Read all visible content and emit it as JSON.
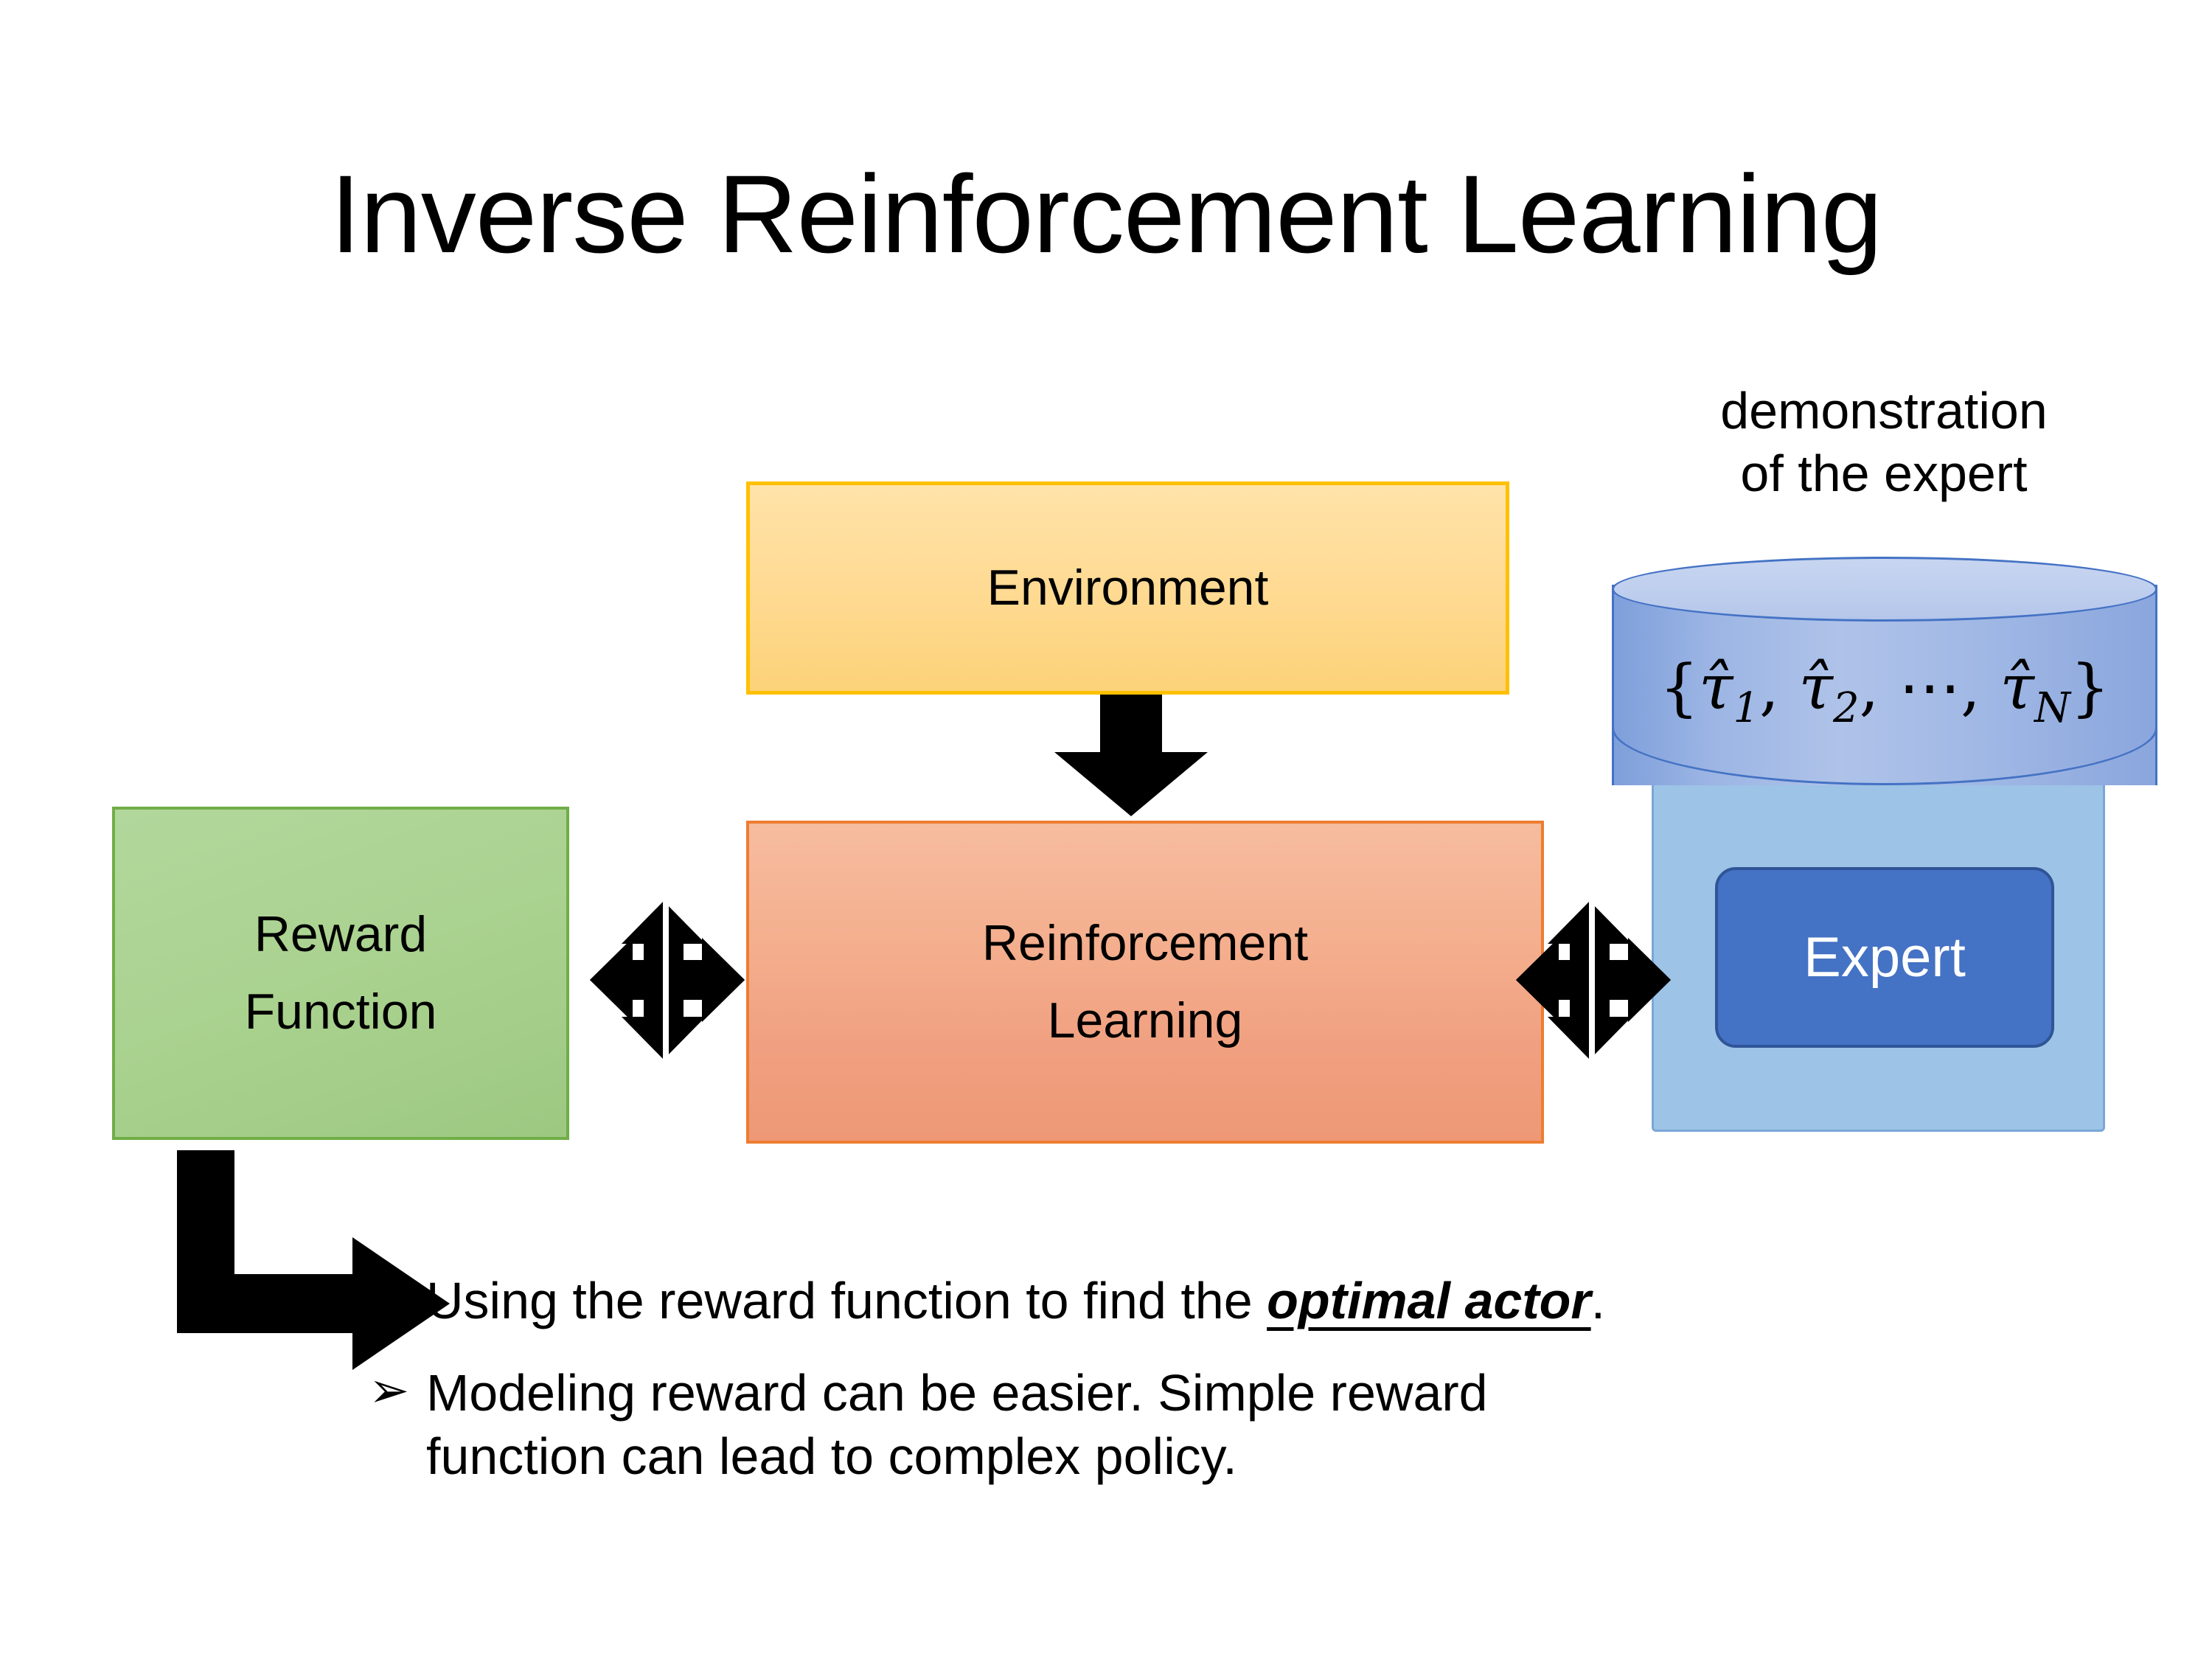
{
  "slide": {
    "title": "Inverse Reinforcement Learning",
    "background_color": "#FFFFFF"
  },
  "diagram": {
    "environment_box": {
      "label": "Environment",
      "fill_color": "#FFD98A",
      "border_color": "#FFC000"
    },
    "reinforcement_learning_box": {
      "label_line1": "Reinforcement",
      "label_line2": "Learning",
      "fill_color": "#F4AE8D",
      "border_color": "#ED7D31"
    },
    "reward_function_box": {
      "label_line1": "Reward",
      "label_line2": "Function",
      "fill_color": "#A9D18E",
      "border_color": "#70AD47"
    },
    "expert_panel": {
      "fill_color": "#9DC3E6",
      "border_color": "#7BA7D7"
    },
    "expert_box": {
      "label": "Expert",
      "fill_color": "#4472C4",
      "border_color": "#2F5597",
      "text_color": "#FFFFFF"
    },
    "demonstration_caption": {
      "line1": "demonstration",
      "line2": "of the expert"
    },
    "trajectory_cylinder": {
      "formula_open": "{",
      "tau1": "τ̂",
      "tau1_sub": "1",
      "sep1": ", ",
      "tau2": "τ̂",
      "tau2_sub": "2",
      "sep2": ", ⋯, ",
      "tauN": "τ̂",
      "tauN_sub": "N",
      "formula_close": "}",
      "fill_color": "#9CB5E4",
      "top_fill_color": "#BFCFEE",
      "border_color": "#4472C4"
    },
    "arrows": {
      "environment_to_rl": "down-arrow",
      "reward_rl_link": "left-right-up-down-quad-arrow",
      "rl_expert_link": "left-right-up-down-quad-arrow",
      "reward_to_bullets": "elbow-arrow",
      "color": "#000000"
    }
  },
  "bullets": [
    {
      "marker": "➢",
      "text_before": "Using the reward function to find the ",
      "emphasis": "optimal actor",
      "text_after": "."
    },
    {
      "marker": "➢",
      "line1": "Modeling reward can be easier. Simple reward",
      "line2": "function can lead to complex policy."
    }
  ]
}
